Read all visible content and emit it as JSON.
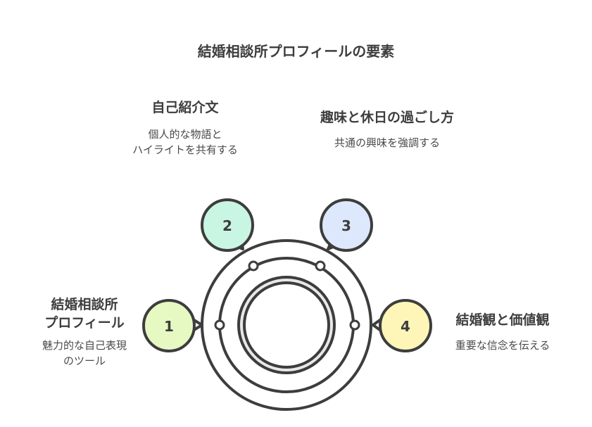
{
  "title": "結婚相談所プロフィールの要素",
  "colors": {
    "stroke": "#3d3d3d",
    "bubble1": "#e6f9c2",
    "bubble2": "#c8f6e2",
    "bubble3": "#dde8fd",
    "bubble4": "#fdf6b8",
    "ring": "#e8e8e8"
  },
  "items": [
    {
      "number": "1",
      "heading_line1": "結婚相談所",
      "heading_line2": "プロフィール",
      "desc_line1": "魅力的な自己表現",
      "desc_line2": "のツール"
    },
    {
      "number": "2",
      "heading": "自己紹介文",
      "desc_line1": "個人的な物語と",
      "desc_line2": "ハイライトを共有する"
    },
    {
      "number": "3",
      "heading": "趣味と休日の過ごし方",
      "desc": "共通の興味を強調する"
    },
    {
      "number": "4",
      "heading": "結婚観と価値観",
      "desc": "重要な信念を伝える"
    }
  ]
}
